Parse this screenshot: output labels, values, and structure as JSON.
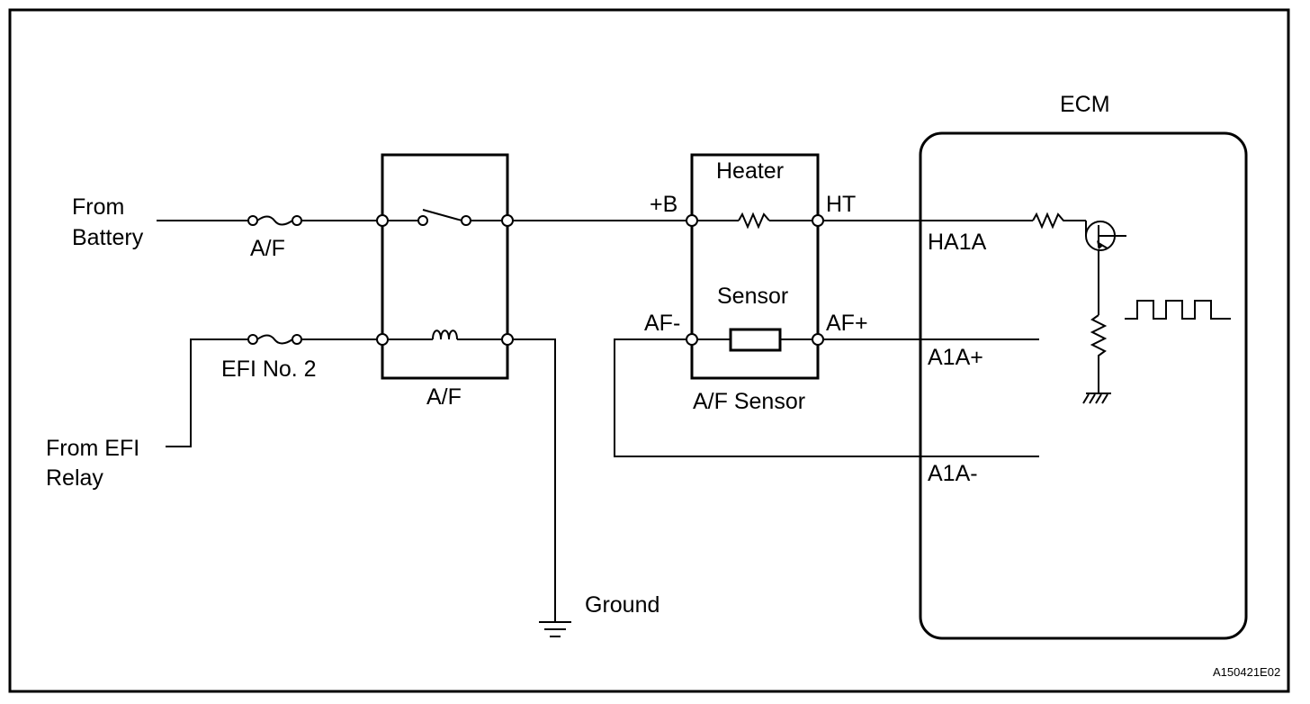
{
  "labels": {
    "from_battery_line1": "From",
    "from_battery_line2": "Battery",
    "fuse_af": "A/F",
    "fuse_efi": "EFI No. 2",
    "from_efi_line1": "From EFI",
    "from_efi_line2": "Relay",
    "relay_af": "A/F",
    "ground": "Ground",
    "heater": "Heater",
    "plus_b": "+B",
    "ht": "HT",
    "sensor": "Sensor",
    "af_minus": "AF-",
    "af_plus": "AF+",
    "af_sensor": "A/F Sensor",
    "ecm": "ECM",
    "ha1a": "HA1A",
    "a1a_plus": "A1A+",
    "a1a_minus": "A1A-",
    "figure_code": "A150421E02"
  }
}
